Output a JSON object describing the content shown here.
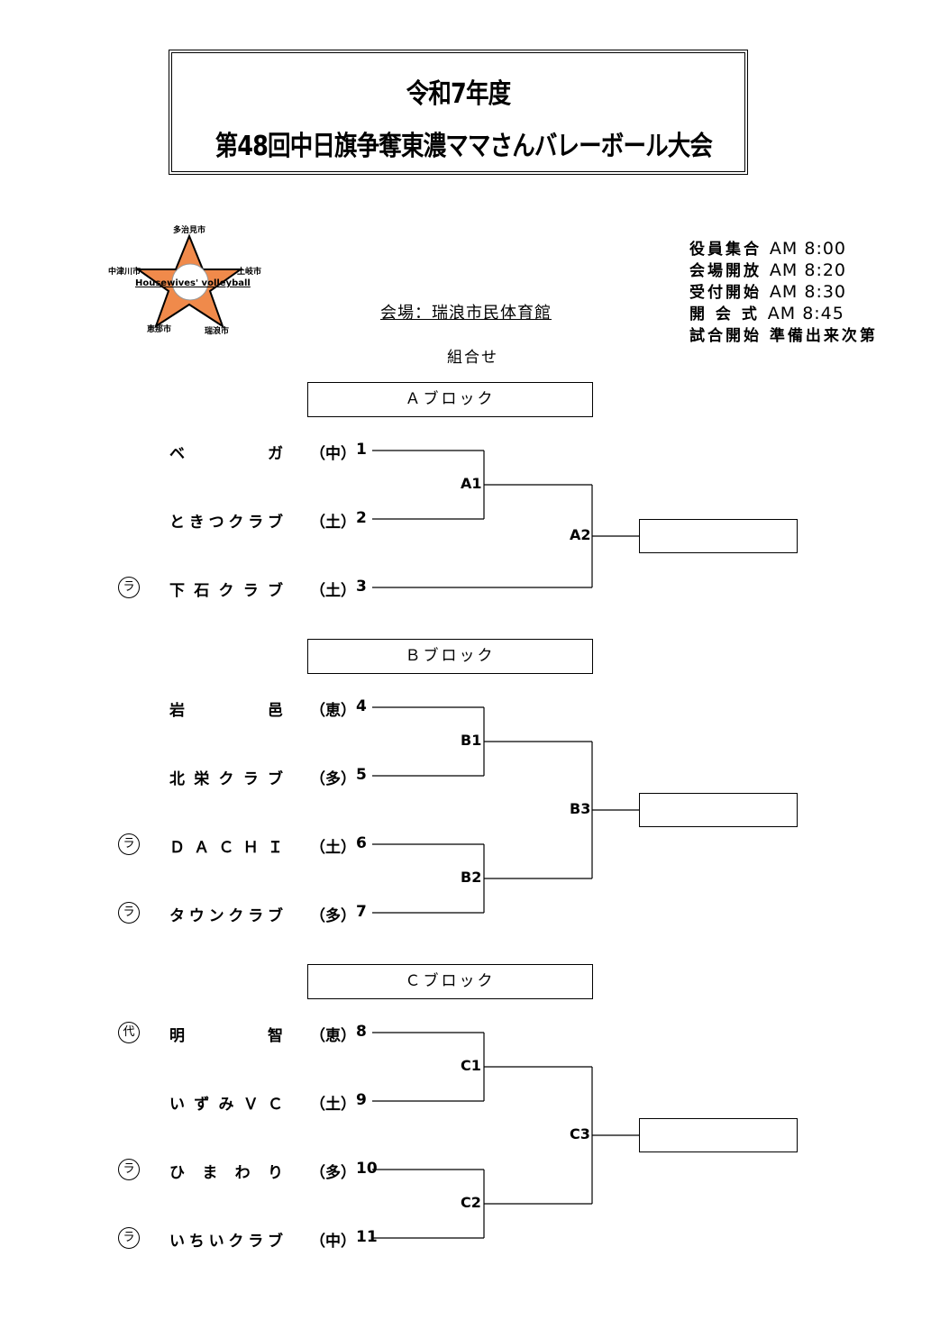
{
  "title": {
    "line1": "令和7年度",
    "line2": "第48回中日旗争奪東濃ママさんバレーボール大会"
  },
  "logo": {
    "cities": [
      "多治見市",
      "中津川市",
      "土岐市",
      "恵那市",
      "瑞浪市"
    ],
    "text": "Housewives' volleyball",
    "colors": {
      "star": "#f08a4b"
    }
  },
  "schedule": [
    {
      "label": "役員集合",
      "time": "AM 8:00"
    },
    {
      "label": "会場開放",
      "time": "AM 8:20"
    },
    {
      "label": "受付開始",
      "time": "AM 8:30"
    },
    {
      "label": "開 会 式",
      "time": "AM 8:45"
    },
    {
      "label": "試合開始",
      "time": "準備出来次第"
    }
  ],
  "venue": "会場：瑞浪市民体育館",
  "heading": "組合せ",
  "blocks": [
    {
      "name": "Ａブロック",
      "teams": [
        {
          "name": "ベガ",
          "pref": "（中）",
          "num": "1",
          "mark": ""
        },
        {
          "name": "ときつクラブ",
          "pref": "（土）",
          "num": "2",
          "mark": ""
        },
        {
          "name": "下石クラブ",
          "pref": "（土）",
          "num": "3",
          "mark": "ラ"
        }
      ],
      "matches": [
        "A1",
        "A2"
      ]
    },
    {
      "name": "Ｂブロック",
      "teams": [
        {
          "name": "岩邑",
          "pref": "（恵）",
          "num": "4",
          "mark": ""
        },
        {
          "name": "北栄クラブ",
          "pref": "（多）",
          "num": "5",
          "mark": ""
        },
        {
          "name": "ＤＡＣＨＩ",
          "pref": "（土）",
          "num": "6",
          "mark": "ラ"
        },
        {
          "name": "タウンクラブ",
          "pref": "（多）",
          "num": "7",
          "mark": "ラ"
        }
      ],
      "matches": [
        "B1",
        "B2",
        "B3"
      ]
    },
    {
      "name": "Ｃブロック",
      "teams": [
        {
          "name": "明智",
          "pref": "（恵）",
          "num": "8",
          "mark": "代"
        },
        {
          "name": "いずみＶＣ",
          "pref": "（土）",
          "num": "9",
          "mark": ""
        },
        {
          "name": "ひまわり",
          "pref": "（多）",
          "num": "10",
          "mark": "ラ"
        },
        {
          "name": "いちいクラブ",
          "pref": "（中）",
          "num": "11",
          "mark": "ラ"
        }
      ],
      "matches": [
        "C1",
        "C2",
        "C3"
      ]
    }
  ]
}
